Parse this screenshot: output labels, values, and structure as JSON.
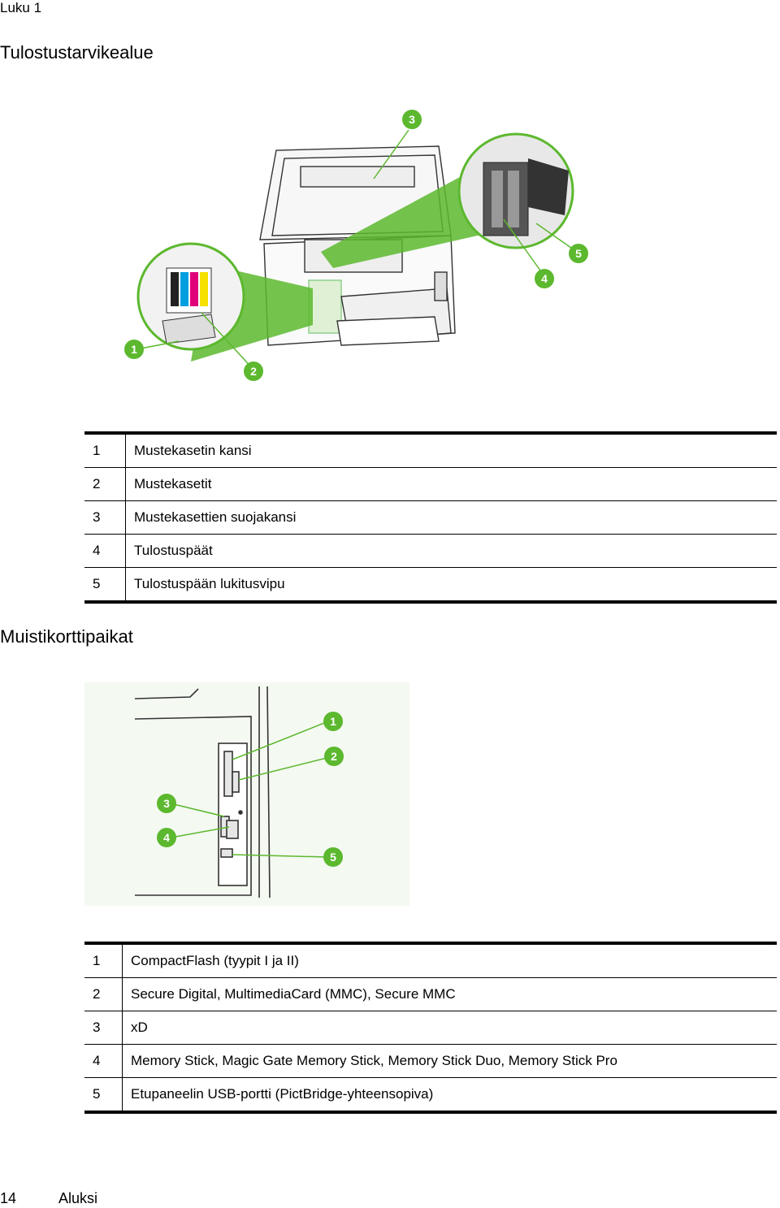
{
  "header": {
    "chapter": "Luku 1"
  },
  "section1": {
    "title": "Tulostustarvikealue",
    "items": [
      {
        "num": "1",
        "text": "Mustekasetin kansi"
      },
      {
        "num": "2",
        "text": "Mustekasetit"
      },
      {
        "num": "3",
        "text": "Mustekasettien suojakansi"
      },
      {
        "num": "4",
        "text": "Tulostuspäät"
      },
      {
        "num": "5",
        "text": "Tulostuspään lukitusvipu"
      }
    ],
    "figure_callouts": [
      "1",
      "2",
      "3",
      "4",
      "5"
    ]
  },
  "section2": {
    "title": "Muistikorttipaikat",
    "items": [
      {
        "num": "1",
        "text": "CompactFlash (tyypit I ja II)"
      },
      {
        "num": "2",
        "text": "Secure Digital, MultimediaCard (MMC), Secure MMC"
      },
      {
        "num": "3",
        "text": "xD"
      },
      {
        "num": "4",
        "text": "Memory Stick, Magic Gate Memory Stick, Memory Stick Duo, Memory Stick Pro"
      },
      {
        "num": "5",
        "text": "Etupaneelin USB-portti (PictBridge-yhteensopiva)"
      }
    ],
    "figure_callouts": [
      "1",
      "2",
      "3",
      "4",
      "5"
    ]
  },
  "footer": {
    "page_number": "14",
    "label": "Aluksi"
  },
  "colors": {
    "callout_green": "#5cb82e",
    "ink_cyan": "#00a0e0",
    "ink_magenta": "#e0007a",
    "ink_yellow": "#f5e000"
  }
}
